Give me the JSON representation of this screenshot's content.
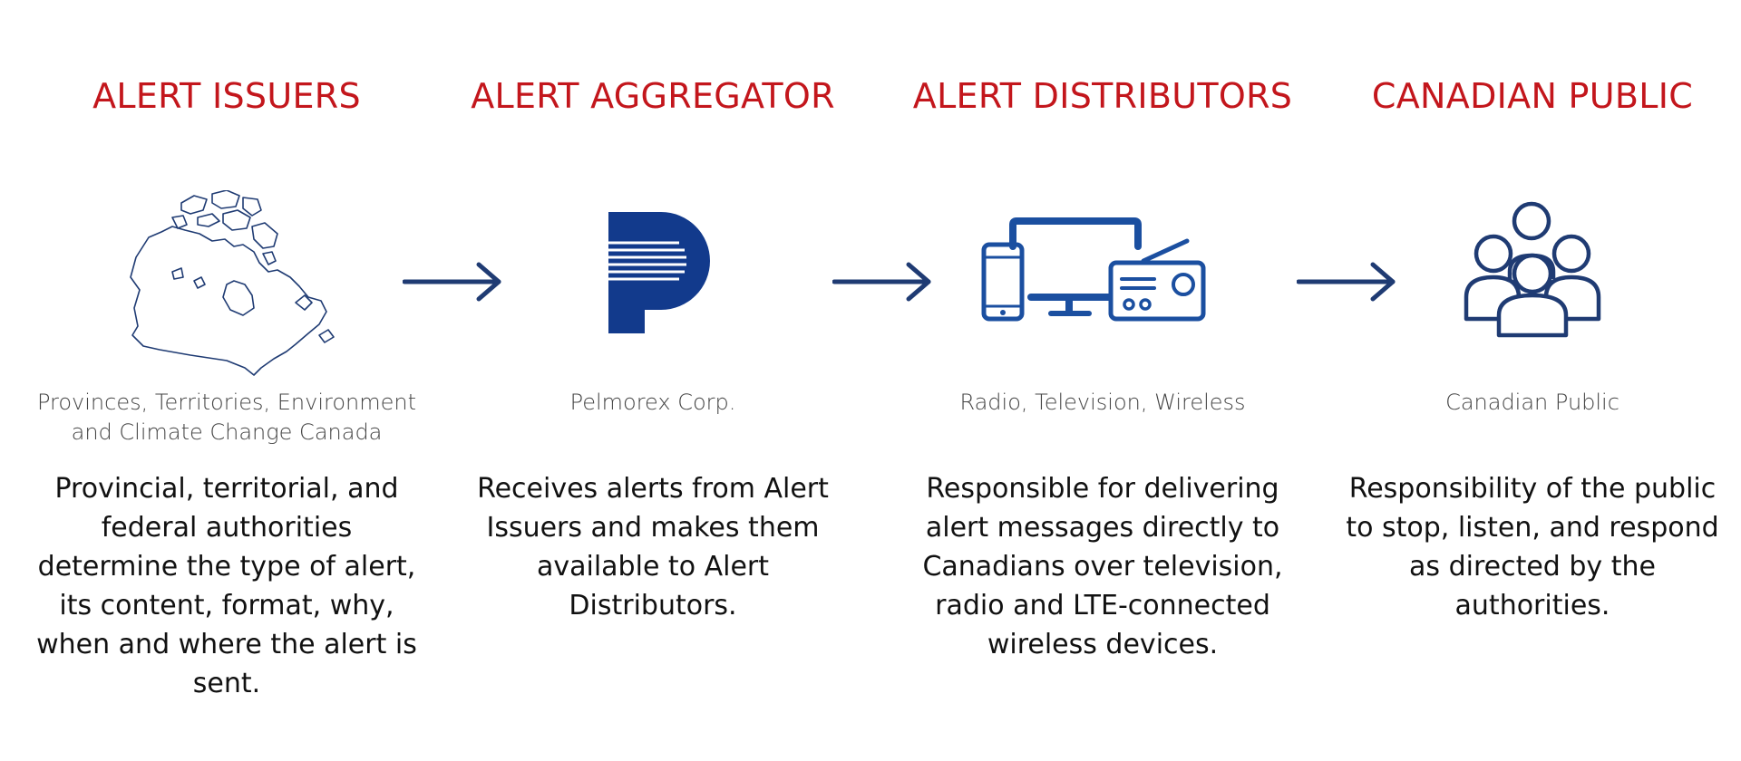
{
  "colors": {
    "heading": "#c3161c",
    "icon": "#1f3b73",
    "logo": "#123a8c",
    "device": "#1b4fa0",
    "source_text": "#444444",
    "description_text": "#111111",
    "background": "#ffffff"
  },
  "columns": [
    {
      "heading": "ALERT ISSUERS",
      "icon": "canada-map-icon",
      "source": "Provinces, Territories, Environment and Climate Change Canada",
      "description": "Provincial, territorial, and federal authorities determine the type of alert, its content, format, why, when and where the alert is sent."
    },
    {
      "heading": "ALERT AGGREGATOR",
      "icon": "pelmorex-logo-icon",
      "source": "Pelmorex Corp.",
      "description": "Receives alerts from Alert Issuers and makes them available to Alert Distributors."
    },
    {
      "heading": "ALERT DISTRIBUTORS",
      "icon": "devices-icon",
      "source": "Radio, Television, Wireless",
      "description": "Responsible for delivering alert messages directly to Canadians over television, radio and LTE-connected wireless devices."
    },
    {
      "heading": "CANADIAN PUBLIC",
      "icon": "people-group-icon",
      "source": "Canadian Public",
      "description": "Responsibility of the public to stop, listen, and respond as directed by the authorities."
    }
  ],
  "arrows": [
    {
      "icon": "arrow-right-icon"
    },
    {
      "icon": "arrow-right-icon"
    },
    {
      "icon": "arrow-right-icon"
    }
  ]
}
